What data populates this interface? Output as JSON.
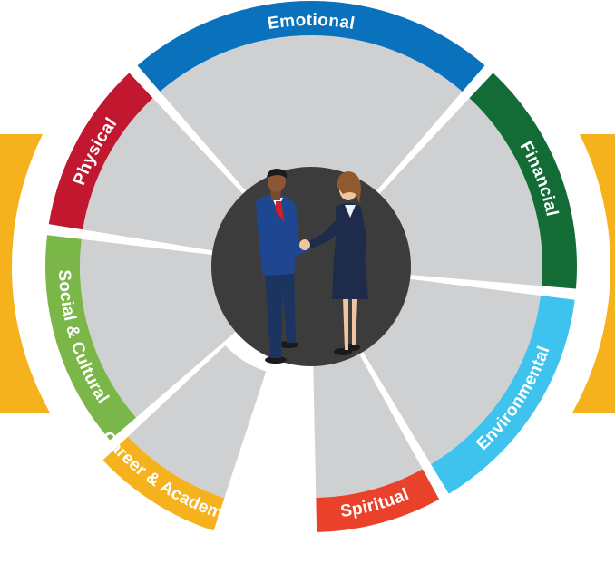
{
  "diagram": {
    "segments": [
      {
        "id": "emotional",
        "label": "Emotional",
        "color": "#0a72bd"
      },
      {
        "id": "financial",
        "label": "Financial",
        "color": "#136b36"
      },
      {
        "id": "environmental",
        "label": "Environmental",
        "color": "#3ec3ee"
      },
      {
        "id": "spiritual",
        "label": "Spiritual",
        "color": "#e9412a"
      },
      {
        "id": "career-academic",
        "label": "Career & Academic",
        "color": "#f6b21c"
      },
      {
        "id": "social-cultural",
        "label": "Social & Cultural",
        "color": "#7ab648"
      },
      {
        "id": "physical",
        "label": "Physical",
        "color": "#c1172f"
      }
    ],
    "wedge_color": "#cfd0d2",
    "center_color": "#3c3c3c",
    "bracket_color": "#f6b21c"
  }
}
